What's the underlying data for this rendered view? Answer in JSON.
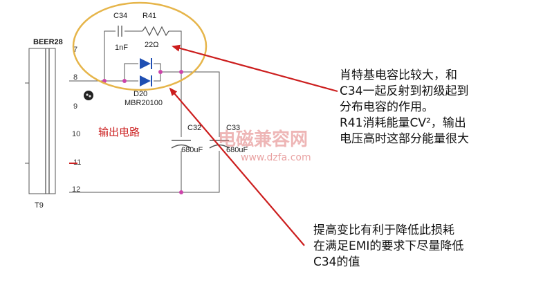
{
  "transformer": {
    "name": "BEER28",
    "ref": "T9",
    "pins": [
      "7",
      "8",
      "9",
      "10",
      "11",
      "12"
    ]
  },
  "components": {
    "c34": {
      "ref": "C34",
      "value": "1nF"
    },
    "r41": {
      "ref": "R41",
      "value": "22Ω"
    },
    "d20": {
      "ref": "D20",
      "part": "MBR20100"
    },
    "c32": {
      "ref": "C32",
      "value": "680uF"
    },
    "c33": {
      "ref": "C33",
      "value": "680uF"
    }
  },
  "section_label": "输出电路",
  "annotations": {
    "top": [
      "肖特基电容比较大，和",
      "C34一起反射到初级起到",
      "分布电容的作用。",
      "R41消耗能量CV²，输出",
      "电压高时这部分能量很大"
    ],
    "bottom": [
      "提高变比有利于降低此损耗",
      "在满足EMI的要求下尽量降低",
      "C34的值"
    ]
  },
  "watermark": {
    "cn": "电磁兼容网",
    "url": "www.dzfa.com"
  },
  "colors": {
    "ellipse": "#e6b54a",
    "arrow": "#cc1e1e",
    "wire": "#555555",
    "node": "#cc44aa",
    "diode": "#1f4fb3",
    "section_label": "#cc2222",
    "watermark": "#e07a7a"
  }
}
